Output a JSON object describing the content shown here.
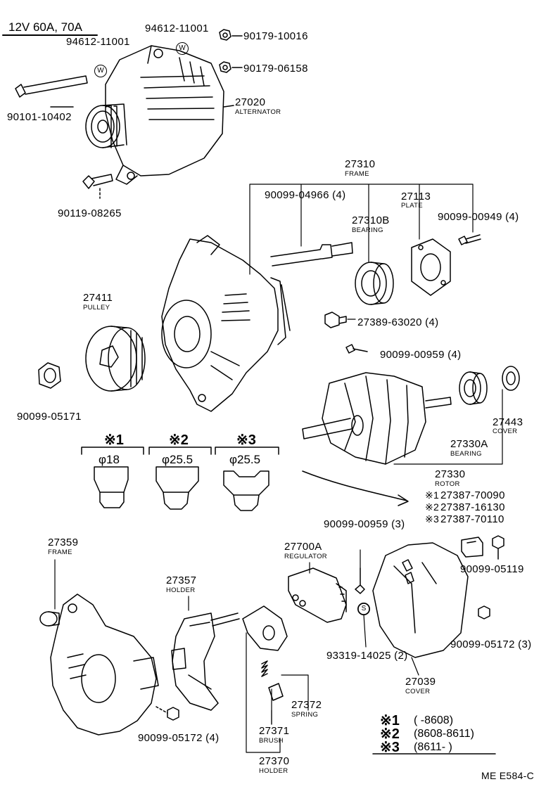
{
  "header": "12V 60A, 70A",
  "footer_code": "ME E584-C",
  "parts": [
    {
      "id": "p_94612_a",
      "number": "94612-11001",
      "name": ""
    },
    {
      "id": "p_94612_b",
      "number": "94612-11001",
      "name": ""
    },
    {
      "id": "p_90179_10016",
      "number": "90179-10016",
      "name": ""
    },
    {
      "id": "p_90179_06158",
      "number": "90179-06158",
      "name": ""
    },
    {
      "id": "p_90101",
      "number": "90101-10402",
      "name": ""
    },
    {
      "id": "p_27020",
      "number": "27020",
      "name": "ALTERNATOR"
    },
    {
      "id": "p_90119",
      "number": "90119-08265",
      "name": ""
    },
    {
      "id": "p_27310",
      "number": "27310",
      "name": "FRAME"
    },
    {
      "id": "p_90099_04966",
      "number": "90099-04966 (4)",
      "name": ""
    },
    {
      "id": "p_27113",
      "number": "27113",
      "name": "PLATE"
    },
    {
      "id": "p_27310B",
      "number": "27310B",
      "name": "BEARING"
    },
    {
      "id": "p_90099_00949",
      "number": "90099-00949 (4)",
      "name": ""
    },
    {
      "id": "p_27411",
      "number": "27411",
      "name": "PULLEY"
    },
    {
      "id": "p_27389",
      "number": "27389-63020 (4)",
      "name": ""
    },
    {
      "id": "p_90099_00959_4",
      "number": "90099-00959 (4)",
      "name": ""
    },
    {
      "id": "p_90099_05171",
      "number": "90099-05171",
      "name": ""
    },
    {
      "id": "p_27443",
      "number": "27443",
      "name": "COVER"
    },
    {
      "id": "p_27330A",
      "number": "27330A",
      "name": "BEARING"
    },
    {
      "id": "p_27330",
      "number": "27330",
      "name": "ROTOR"
    },
    {
      "id": "p_90099_00959_3",
      "number": "90099-00959 (3)",
      "name": ""
    },
    {
      "id": "p_90099_05119",
      "number": "90099-05119",
      "name": ""
    },
    {
      "id": "p_27359",
      "number": "27359",
      "name": "FRAME"
    },
    {
      "id": "p_27700A",
      "number": "27700A",
      "name": "REGULATOR"
    },
    {
      "id": "p_27357",
      "number": "27357",
      "name": "HOLDER"
    },
    {
      "id": "p_93319",
      "number": "93319-14025 (2)",
      "name": ""
    },
    {
      "id": "p_90099_05172_3",
      "number": "90099-05172 (3)",
      "name": ""
    },
    {
      "id": "p_27039",
      "number": "27039",
      "name": "COVER"
    },
    {
      "id": "p_27372",
      "number": "27372",
      "name": "SPRING"
    },
    {
      "id": "p_27371",
      "number": "27371",
      "name": "BRUSH"
    },
    {
      "id": "p_90099_05172_4",
      "number": "90099-05172 (4)",
      "name": ""
    },
    {
      "id": "p_27370",
      "number": "27370",
      "name": "HOLDER"
    }
  ],
  "washer_mark": "W",
  "spacer_mark": "S",
  "variants": [
    {
      "symbol": "※1",
      "diameter": "φ18",
      "part": "27387-70090",
      "range": "(      -8608)"
    },
    {
      "symbol": "※2",
      "diameter": "φ25.5",
      "part": "27387-16130",
      "range": "(8608-8611)"
    },
    {
      "symbol": "※3",
      "diameter": "φ25.5",
      "part": "27387-70110",
      "range": "(8611-        )"
    }
  ]
}
